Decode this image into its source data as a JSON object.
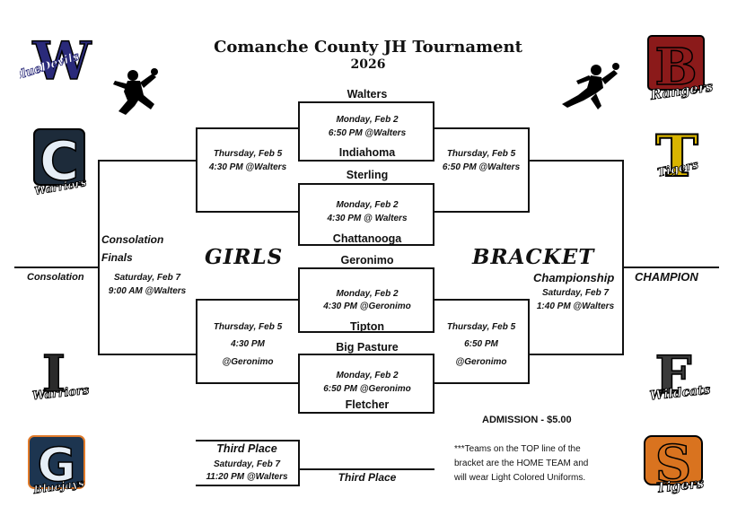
{
  "header": {
    "title": "Comanche County JH Tournament",
    "year": "2026"
  },
  "bracket_words": {
    "left": "GIRLS",
    "right": "BRACKET"
  },
  "quarterfinals": [
    {
      "top": "Walters",
      "date": "Monday, Feb 2",
      "time": "6:50 PM @Walters",
      "bottom": "Indiahoma"
    },
    {
      "top": "Sterling",
      "date": "Monday, Feb 2",
      "time": "4:30 PM @ Walters",
      "bottom": "Chattanooga"
    },
    {
      "top": "Geronimo",
      "date": "Monday, Feb 2",
      "time": "4:30 PM @Geronimo",
      "bottom": "Tipton"
    },
    {
      "top": "Big Pasture",
      "date": "Monday, Feb 2",
      "time": "6:50 PM @Geronimo",
      "bottom": "Fletcher"
    }
  ],
  "consolation_semis": [
    {
      "date": "Thursday, Feb 5",
      "time": "4:30 PM @Walters"
    },
    {
      "date": "Thursday, Feb 5",
      "time": "4:30 PM",
      "site": "@Geronimo"
    }
  ],
  "championship_semis": [
    {
      "date": "Thursday, Feb 5",
      "time": "6:50 PM @Walters"
    },
    {
      "date": "Thursday, Feb 5",
      "time": "6:50 PM",
      "site": "@Geronimo"
    }
  ],
  "consolation_finals": {
    "label1": "Consolation",
    "label2": "Finals",
    "date": "Saturday, Feb 7",
    "time": "9:00 AM @Walters",
    "result": "Consolation"
  },
  "championship": {
    "label": "Championship",
    "date": "Saturday, Feb 7",
    "time": "1:40 PM @Walters",
    "result": "CHAMPION"
  },
  "third_place": {
    "label": "Third Place",
    "date": "Saturday, Feb 7",
    "time": "11:20 PM @Walters",
    "result": "Third Place"
  },
  "admission": "ADMISSION - $5.00",
  "note": {
    "line1": "***Teams on the TOP line of the",
    "line2": "bracket are the HOME TEAM and",
    "line3": "will wear Light Colored Uniforms."
  },
  "logos": {
    "bluedevils": {
      "letter": "W",
      "script": "BlueDevils",
      "color": "#2a2a7a"
    },
    "warriors_c": {
      "letter": "C",
      "script": "Warriors",
      "color": "#1d2b3a"
    },
    "warriors_i": {
      "letter": "I",
      "script": "Warriors",
      "color": "#333333"
    },
    "bluejays": {
      "letter": "G",
      "script": "Bluejays",
      "color": "#1d3550"
    },
    "rangers": {
      "letter": "B",
      "script": "Rangers",
      "color": "#8b1a1a"
    },
    "tigers_t": {
      "letter": "T",
      "script": "Tigers",
      "color": "#d8b400"
    },
    "wildcats": {
      "letter": "F",
      "script": "Wildcats",
      "color": "#333333"
    },
    "tigers_s": {
      "letter": "S",
      "script": "Tigers",
      "color": "#d9731f"
    }
  }
}
